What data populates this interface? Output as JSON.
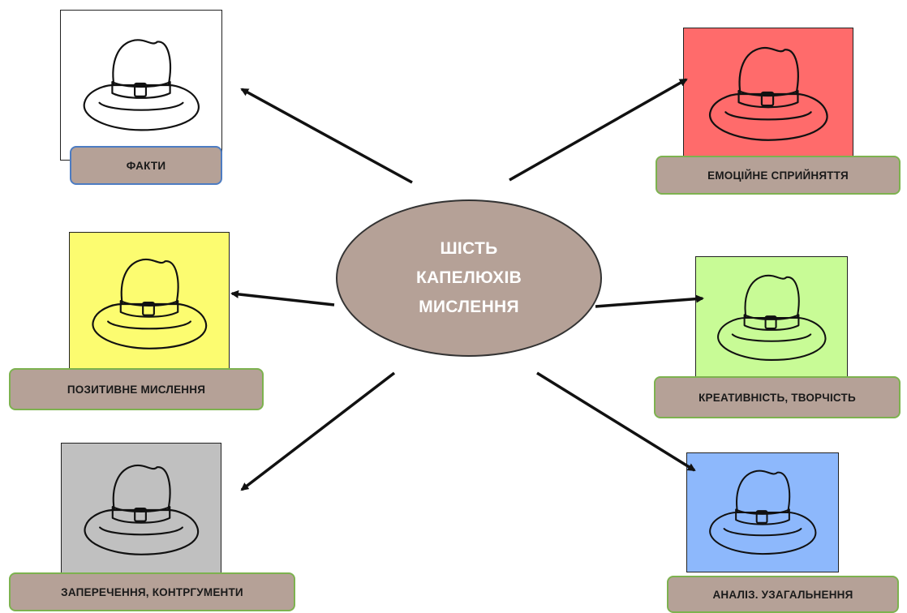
{
  "center": {
    "lines": [
      "ШІСТЬ",
      "КАПЕЛЮХІВ",
      "МИСЛЕННЯ"
    ],
    "color": "#b5a197",
    "text_color": "#ffffff"
  },
  "hats": [
    {
      "id": "white",
      "label": "ФАКТИ",
      "color": "#ffffff"
    },
    {
      "id": "red",
      "label": "ЕМОЦІЙНЕ СПРИЙНЯТТЯ",
      "color": "#ff6b6b"
    },
    {
      "id": "yellow",
      "label": "ПОЗИТИВНЕ МИСЛЕННЯ",
      "color": "#fcfc70"
    },
    {
      "id": "green",
      "label": "КРЕАТИВНІСТЬ, ТВОРЧІСТЬ",
      "color": "#c8fb96"
    },
    {
      "id": "gray",
      "label": "ЗАПЕРЕЧЕННЯ, КОНТРГУМЕНТИ",
      "color": "#c0c0c0"
    },
    {
      "id": "blue",
      "label": "АНАЛІЗ. УЗАГАЛЬНЕННЯ",
      "color": "#8db8fc"
    }
  ],
  "label_bg": "#b5a197",
  "icons": {
    "hat": "hat-icon"
  }
}
